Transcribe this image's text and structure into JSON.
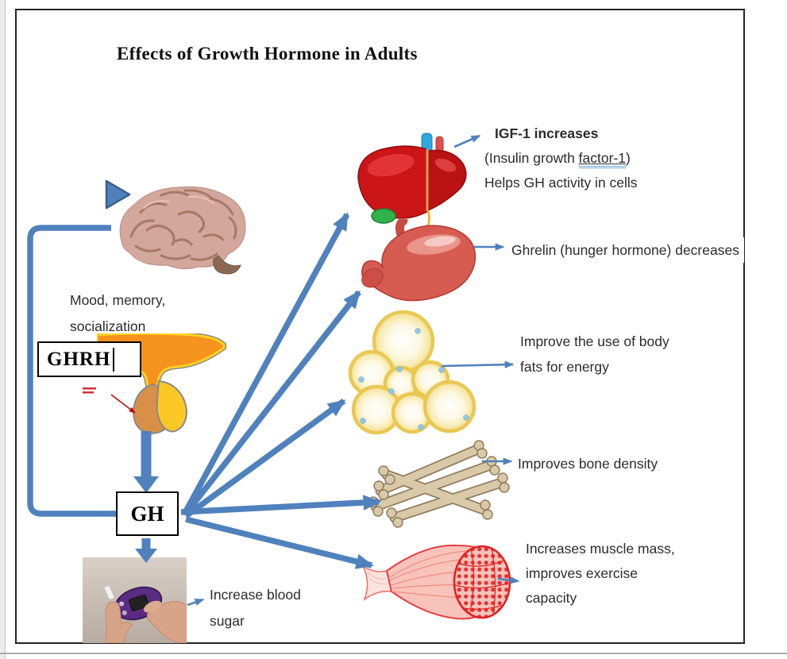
{
  "title": "Effects of Growth Hormone in Adults",
  "colors": {
    "arrow": "#4f81bd",
    "arrow_dark": "#38608c",
    "frame_border": "#242424",
    "annotation_red": "#c00000"
  },
  "brain": {
    "label_line1": "Mood, memory,",
    "label_line2": "socialization"
  },
  "boxes": {
    "ghrh": "GHRH",
    "gh": "GH"
  },
  "effects": {
    "liver": {
      "heading": "IGF-1 increases",
      "sub_prefix": "(Insulin growth ",
      "sub_underlined": "factor-1",
      "sub_suffix": ")",
      "line3": "Helps GH activity in cells"
    },
    "stomach": {
      "text": "Ghrelin (hunger hormone) decreases"
    },
    "fat": {
      "line1": "Improve the use of body",
      "line2": "fats for energy"
    },
    "bone": {
      "text": "Improves bone density"
    },
    "muscle": {
      "line1": "Increases muscle mass,",
      "line2": "improves exercise",
      "line3": "capacity"
    }
  },
  "glucose": {
    "line1": "Increase blood",
    "line2": "sugar"
  },
  "icons": {
    "brain": "brain-photo",
    "play_triangle": "play-triangle-icon",
    "pituitary": "pituitary-gland-illustration",
    "liver": "liver-illustration",
    "stomach": "stomach-illustration",
    "fat_cells": "fat-cells-illustration",
    "bones": "bones-illustration",
    "muscle": "muscle-illustration",
    "glucose_meter": "glucose-meter-photo"
  }
}
